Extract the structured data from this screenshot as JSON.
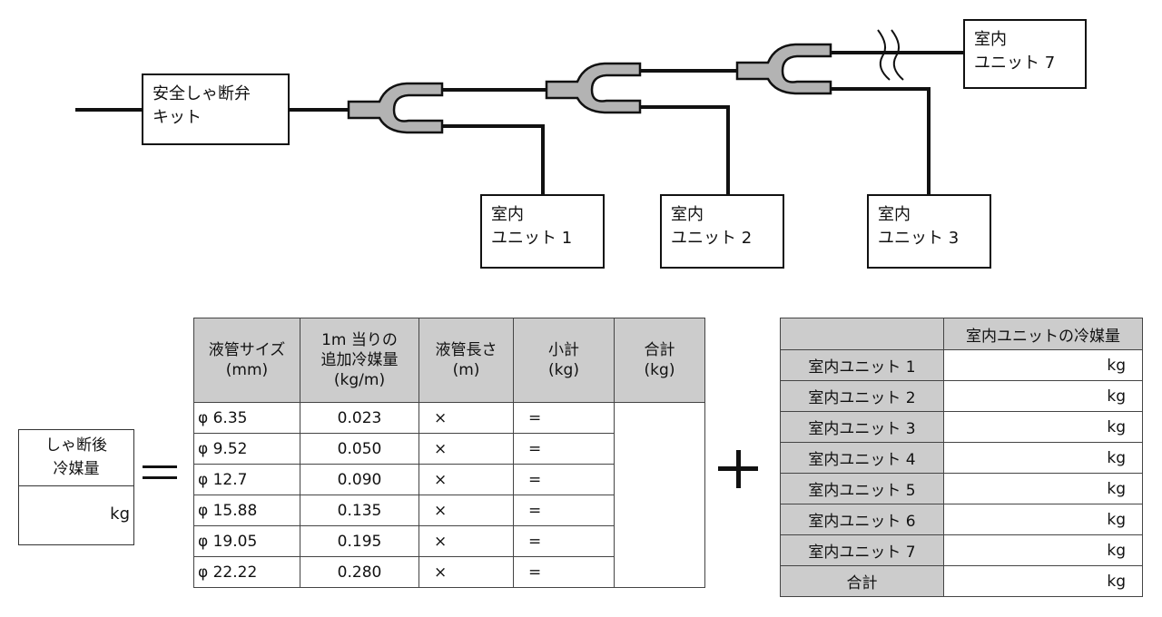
{
  "diagram": {
    "kit_box": {
      "line1": "安全しゃ断弁",
      "line2": "キット"
    },
    "indoor_units": [
      {
        "line1": "室内",
        "line2": "ユニット 1"
      },
      {
        "line1": "室内",
        "line2": "ユニット 2"
      },
      {
        "line1": "室内",
        "line2": "ユニット 3"
      },
      {
        "line1": "室内",
        "line2": "ユニット 7"
      }
    ],
    "pipe_color": "#b3b3b3"
  },
  "result_box": {
    "line1": "しゃ断後",
    "line2": "冷媒量",
    "unit": "kg"
  },
  "operators": {
    "equals": "=",
    "plus": "+"
  },
  "pipe_table": {
    "headers": [
      {
        "line1": "液管サイズ",
        "line2": "(mm)",
        "line3": ""
      },
      {
        "line1": "1m 当りの",
        "line2": "追加冷媒量",
        "line3": "(kg/m)"
      },
      {
        "line1": "液管長さ",
        "line2": "(m)",
        "line3": ""
      },
      {
        "line1": "小計",
        "line2": "(kg)",
        "line3": ""
      },
      {
        "line1": "合計",
        "line2": "(kg)",
        "line3": ""
      }
    ],
    "rows": [
      {
        "size": "φ 6.35",
        "per_m": "0.023",
        "length": "×",
        "subtotal": "="
      },
      {
        "size": "φ 9.52",
        "per_m": "0.050",
        "length": "×",
        "subtotal": "="
      },
      {
        "size": "φ 12.7",
        "per_m": "0.090",
        "length": "×",
        "subtotal": "="
      },
      {
        "size": "φ 15.88",
        "per_m": "0.135",
        "length": "×",
        "subtotal": "="
      },
      {
        "size": "φ 19.05",
        "per_m": "0.195",
        "length": "×",
        "subtotal": "="
      },
      {
        "size": "φ 22.22",
        "per_m": "0.280",
        "length": "×",
        "subtotal": "="
      }
    ],
    "header_bg": "#cccccc"
  },
  "unit_table": {
    "header": "室内ユニットの冷媒量",
    "rows": [
      {
        "label": "室内ユニット 1",
        "value": "kg"
      },
      {
        "label": "室内ユニット 2",
        "value": "kg"
      },
      {
        "label": "室内ユニット 3",
        "value": "kg"
      },
      {
        "label": "室内ユニット 4",
        "value": "kg"
      },
      {
        "label": "室内ユニット 5",
        "value": "kg"
      },
      {
        "label": "室内ユニット 6",
        "value": "kg"
      },
      {
        "label": "室内ユニット 7",
        "value": "kg"
      },
      {
        "label": "合計",
        "value": "kg"
      }
    ]
  }
}
